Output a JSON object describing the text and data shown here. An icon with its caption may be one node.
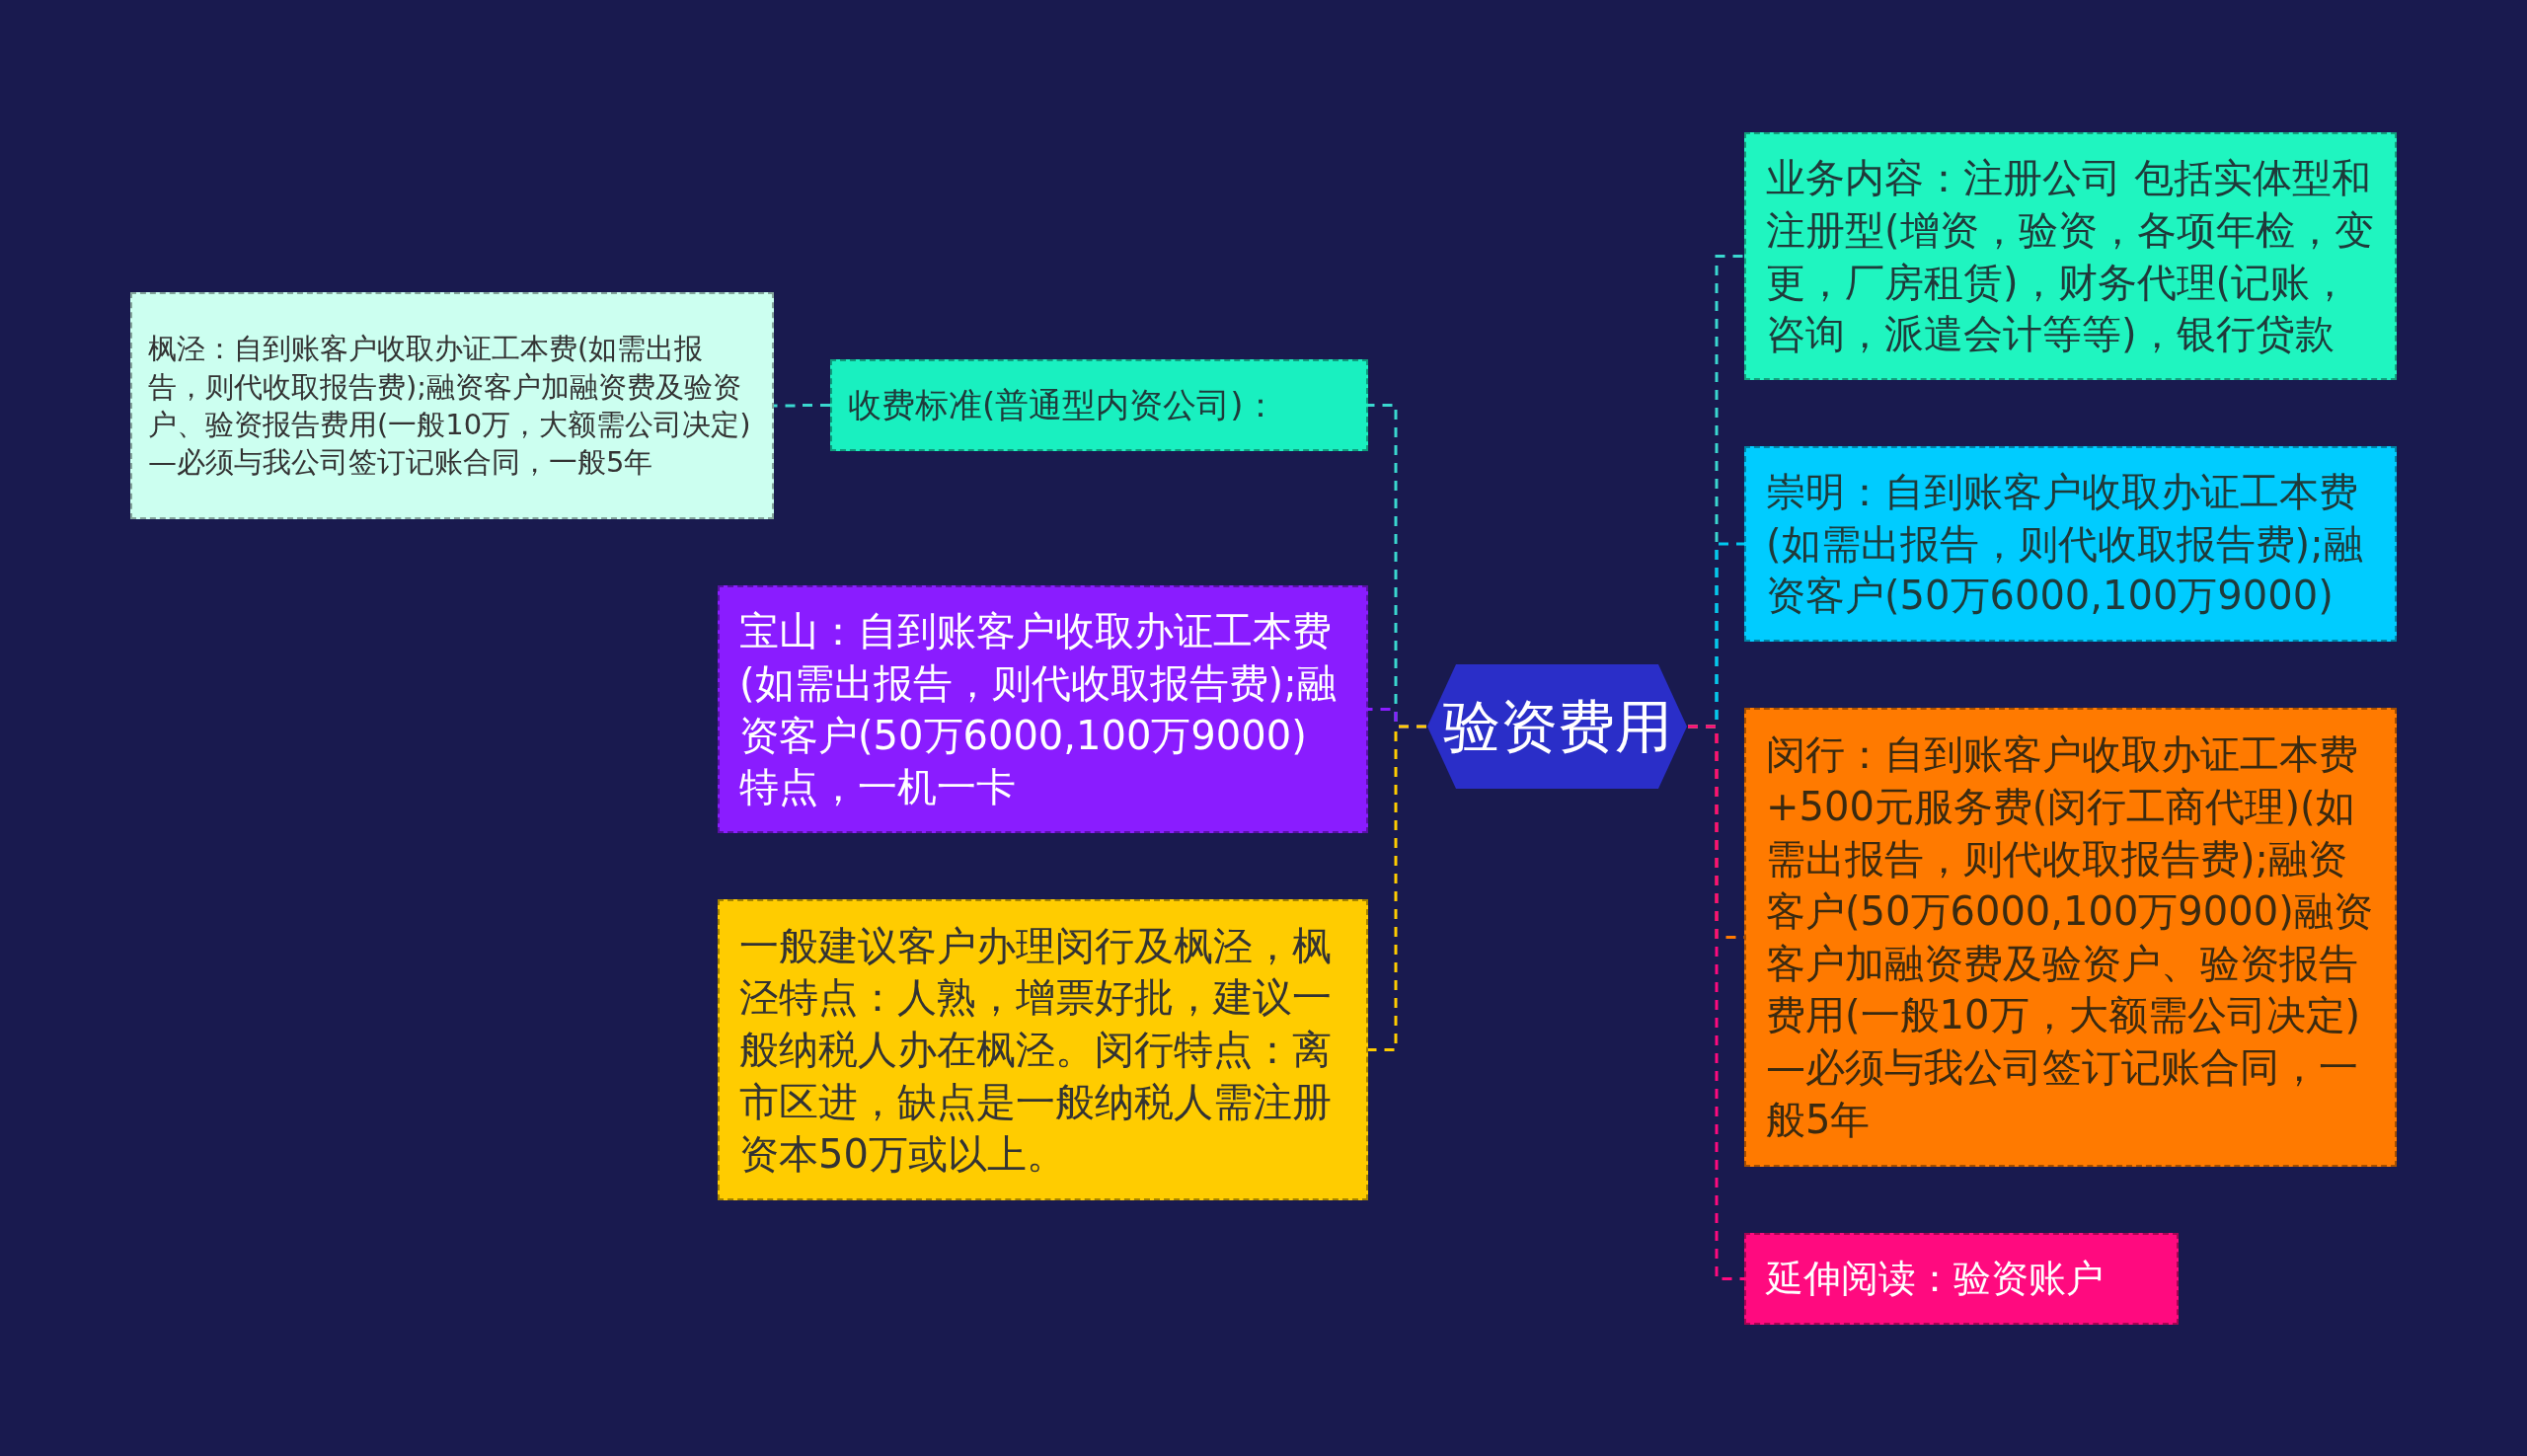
{
  "diagram": {
    "nodes": [
      {
        "text": [
          "验资费用"
        ]
      },
      {
        "text": [
          "收费标准(普通型内资公司)："
        ]
      },
      {
        "text": [
          "枫泾：自到账客户收取办证工本费(如需出报告，则代收取报告费);融资客户加融资费及验资户、验资报告费用(一般10万，大额需公司决定)—必须与我公司签订记账合同，一般5年"
        ]
      },
      {
        "text": [
          "宝山：自到账客户收取办证工本费(如需出报告，则代收取报告费);融资客户(50万6000,100万9000) 特点，一机一卡"
        ]
      },
      {
        "text": [
          "一般建议客户办理闵行及枫泾，枫泾特点：人熟，增票好批，建议一般纳税人办在枫泾。闵行特点：离市区进，缺点是一般纳税人需注册资本50万或以上。"
        ]
      },
      {
        "text": [
          "业务内容：注册公司 包括实体型和注册型(增资，验资，各项年检，变更，厂房租赁)，财务代理(记账，咨询，派遣会计等等)，银行贷款"
        ]
      },
      {
        "text": [
          "崇明：自到账客户收取办证工本费(如需出报告，则代收取报告费);融资客户(50万6000,100万9000)"
        ]
      },
      {
        "text": [
          "闵行：自到账客户收取办证工本费+500元服务费(闵行工商代理)(如需出报告，则代收取报告费);融资客户(50万6000,100万9000)融资客户加融资费及验资户、验资报告费用(一般10万，大额需公司决定)—必须与我公司签订记账合同，一般5年"
        ]
      },
      {
        "text": [
          "延伸阅读：验资账户"
        ]
      }
    ],
    "edges": [
      {
        "from": 0,
        "to": 1,
        "arrow": "none",
        "style": "dashed",
        "color": "#3ad7cf"
      },
      {
        "from": 1,
        "to": 2,
        "arrow": "none",
        "style": "dashed",
        "color": "#3ad7cf"
      },
      {
        "from": 0,
        "to": 3,
        "arrow": "none",
        "style": "dashed",
        "color": "#8a1cff"
      },
      {
        "from": 0,
        "to": 4,
        "arrow": "none",
        "style": "dashed",
        "color": "#ffcc00"
      },
      {
        "from": 0,
        "to": 5,
        "arrow": "none",
        "style": "dashed",
        "color": "#3ad7cf"
      },
      {
        "from": 0,
        "to": 6,
        "arrow": "none",
        "style": "dashed",
        "color": "#00c8f0"
      },
      {
        "from": 0,
        "to": 7,
        "arrow": "none",
        "style": "dashed",
        "color": "#ff7a00"
      },
      {
        "from": 0,
        "to": 8,
        "arrow": "none",
        "style": "dashed",
        "color": "#ff0a7f"
      }
    ]
  }
}
